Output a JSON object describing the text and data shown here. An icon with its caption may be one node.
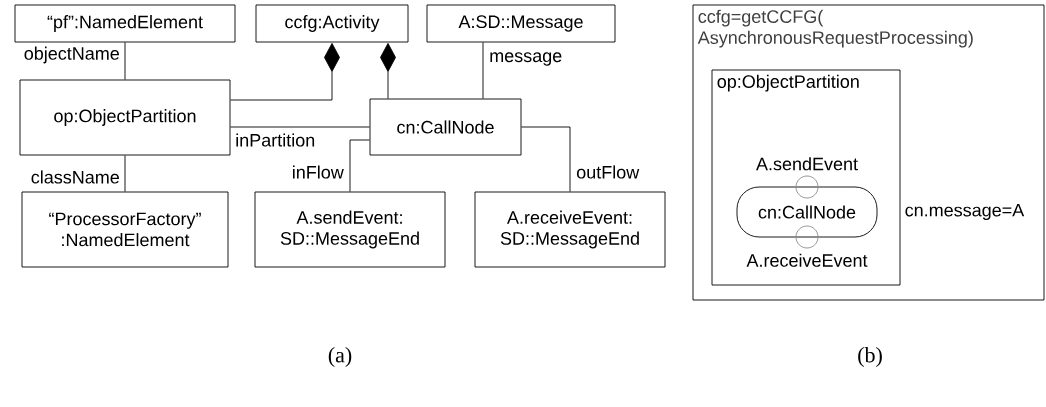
{
  "diagram": {
    "nodes": [
      {
        "text": [
          "“pf”:NamedElement"
        ]
      },
      {
        "text": [
          "ccfg:Activity"
        ]
      },
      {
        "text": [
          "A:SD::Message"
        ]
      },
      {
        "text": [
          "op:ObjectPartition"
        ]
      },
      {
        "text": [
          "cn:CallNode"
        ]
      },
      {
        "text": [
          "“ProcessorFactory” :NamedElement"
        ]
      },
      {
        "text": [
          "A.sendEvent: SD::MessageEnd"
        ]
      },
      {
        "text": [
          "A.receiveEvent: SD::MessageEnd"
        ]
      },
      {
        "text": [
          "ccfg=getCCFG( AsynchronousRequestProcessing)"
        ]
      },
      {
        "text": [
          "op:ObjectPartition"
        ],
        "in": 8
      },
      {
        "text": [
          "cn:CallNode"
        ],
        "in": 9,
        "beside": [
          "cn.message=A"
        ]
      },
      {
        "text": [],
        "shape": "circle",
        "in": 9,
        "beside": [
          "A.sendEvent"
        ]
      },
      {
        "text": [],
        "shape": "circle",
        "in": 9,
        "beside": [
          "A.receiveEvent"
        ]
      }
    ],
    "edges": [
      {
        "from": 0,
        "to": 3,
        "arrow": "none",
        "label": "objectName"
      },
      {
        "from": 1,
        "to": 3,
        "arrow": "other"
      },
      {
        "from": 1,
        "to": 4,
        "arrow": "other"
      },
      {
        "from": 2,
        "to": 4,
        "arrow": "none",
        "label": "message"
      },
      {
        "from": 3,
        "to": 4,
        "arrow": "none",
        "label": "inPartition"
      },
      {
        "from": 4,
        "to": 6,
        "arrow": "none",
        "label": "inFlow"
      },
      {
        "from": 4,
        "to": 7,
        "arrow": "none",
        "label": "outFlow"
      },
      {
        "from": 3,
        "to": 5,
        "arrow": "none",
        "label": "className"
      }
    ],
    "labels": [
      "(a)",
      "(b)"
    ]
  }
}
